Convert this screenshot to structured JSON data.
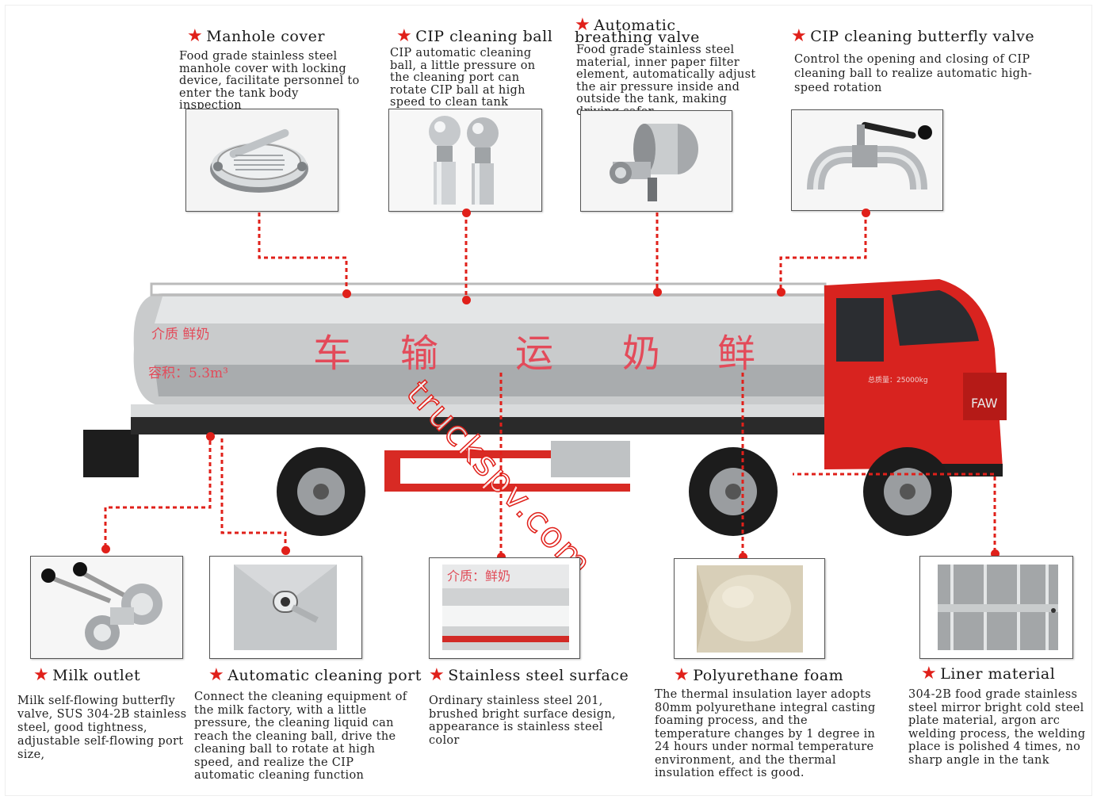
{
  "features_top": [
    {
      "key": "manhole",
      "title": "Manhole cover",
      "desc": "Food grade stainless steel manhole cover with locking device, facilitate personnel to enter the tank body inspection",
      "icon": "manhole-cover-photo"
    },
    {
      "key": "cipball",
      "title": "CIP cleaning ball",
      "desc": "CIP automatic cleaning ball, a little pressure on the cleaning port can rotate CIP ball at high speed to clean tank",
      "icon": "cip-ball-photo"
    },
    {
      "key": "breathing",
      "title": "Automatic breathing valve",
      "desc": "Food grade stainless steel material, inner paper filter element, automatically adjust the air pressure inside and outside the tank, making driving safer",
      "icon": "breathing-valve-photo"
    },
    {
      "key": "butterfly",
      "title": "CIP cleaning butterfly valve",
      "desc": "Control the opening and closing of CIP cleaning ball to realize automatic high-speed rotation",
      "icon": "butterfly-valve-photo"
    }
  ],
  "features_bottom": [
    {
      "key": "milkoutlet",
      "title": "Milk outlet",
      "desc": "Milk self-flowing butterfly valve, SUS 304-2B stainless steel, good tightness, adjustable self-flowing port size,",
      "icon": "milk-outlet-photo"
    },
    {
      "key": "cleanport",
      "title": "Automatic cleaning port",
      "desc": "Connect the cleaning equipment of the milk factory, with a little pressure, the cleaning liquid can reach the cleaning ball, drive the cleaning ball to rotate at high speed, and realize the CIP automatic cleaning function",
      "icon": "cleaning-port-photo"
    },
    {
      "key": "surface",
      "title": "Stainless steel surface",
      "desc": "Ordinary stainless steel 201, brushed bright surface design, appearance is stainless steel color",
      "icon": "steel-surface-photo"
    },
    {
      "key": "foam",
      "title": "Polyurethane foam",
      "desc": "The thermal insulation layer adopts 80mm polyurethane integral casting foaming process, and the temperature changes by 1 degree in 24 hours under normal temperature environment, and the thermal insulation effect is good.",
      "icon": "foam-photo"
    },
    {
      "key": "liner",
      "title": "Liner material",
      "desc": "304-2B food grade stainless steel mirror bright cold steel plate material, argon arc welding process, the welding place is polished 4 times, no sharp angle in the tank",
      "icon": "liner-photo"
    }
  ],
  "truck": {
    "tank_big_chars": [
      "车",
      "输",
      "运",
      "奶",
      "鲜"
    ],
    "tank_small_label": "介质 鲜奶",
    "tank_volume_label": "容积：5.3m³",
    "cab_brand": "FAW",
    "cab_small_text": "总质量：25000kg",
    "surface_photo_label": "介质：鲜奶"
  },
  "watermark": "truckspv.com",
  "colors": {
    "accent": "#e0201a",
    "cab": "#d8231f",
    "tank": "#c9cbcc"
  }
}
